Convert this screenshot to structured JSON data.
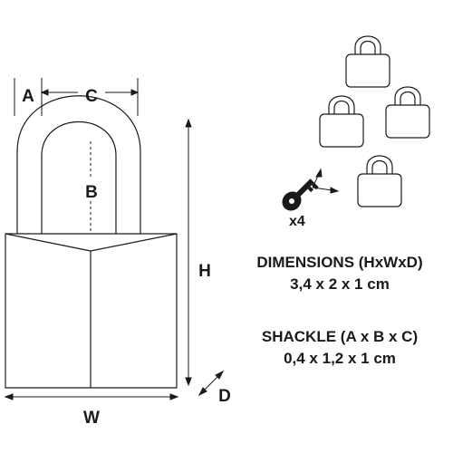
{
  "labels": {
    "a": "A",
    "b": "B",
    "c": "C",
    "h": "H",
    "w": "W",
    "d": "D"
  },
  "keys": {
    "count": "x4"
  },
  "specs": {
    "dimensions_title": "DIMENSIONS (HxWxD)",
    "dimensions_value": "3,4 x 2 x 1 cm",
    "shackle_title": "SHACKLE (A x B x C)",
    "shackle_value": "0,4 x 1,2 x 1 cm"
  },
  "icons": {
    "padlock_group": "padlock-icon",
    "key": "key-icon"
  },
  "colors": {
    "line": "#1a1a1a",
    "background": "#ffffff"
  }
}
